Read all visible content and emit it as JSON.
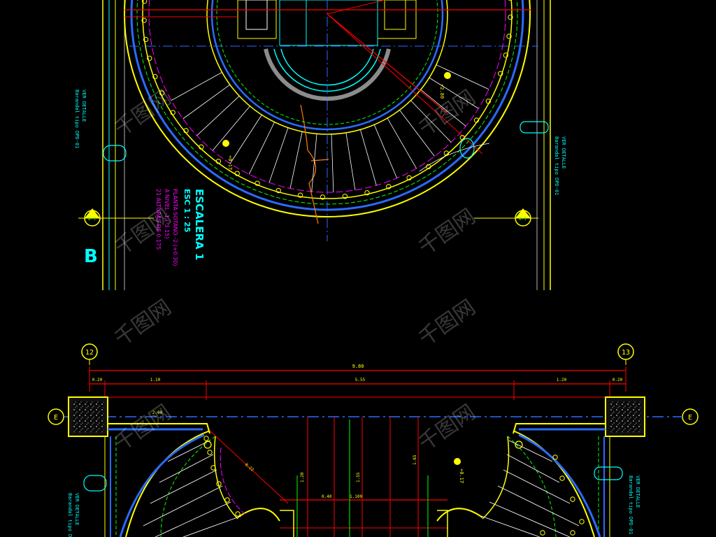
{
  "drawing": {
    "title": "ESCALERA 1",
    "scale": "ESC 1 : 25",
    "notes": [
      "PLANTA SOTANO -2 (+0.30)",
      "A NIVEL -1 (-3.15)",
      "21 ALTURAS DE 0.175"
    ],
    "section_letter": "B",
    "detail_callout": "VER DETALLE",
    "detail_ref": "Barandal tipo DPD-01",
    "grid_left": "12",
    "grid_right": "13",
    "grid_e": "E",
    "total_width": "9.80",
    "seg_left": "1.10",
    "seg_mid": "5.55",
    "seg_right": "1.20",
    "small_left": "0.20",
    "small_right": "0.20",
    "top_dim": "2.00",
    "mid_dims": [
      "1.20",
      "1.55",
      "1.65",
      "0.40",
      "1.100"
    ],
    "step_label": "0.22",
    "watermark": "千图网"
  },
  "colors": {
    "background": "#000000",
    "yellow": "#ffff00",
    "red": "#ff0000",
    "cyan": "#00ffff",
    "green": "#00ff00",
    "blue": "#2a6bff",
    "magenta": "#ff00ff",
    "orange": "#ff8000",
    "white": "#ffffff"
  }
}
